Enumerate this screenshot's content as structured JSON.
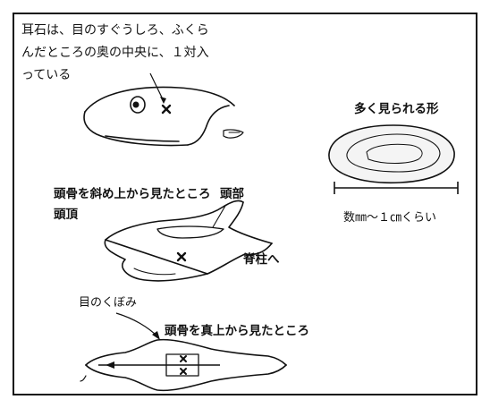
{
  "title_note": {
    "line1": "耳石は、目のすぐうしろ、ふくら",
    "line2": "んだところの奥の中央に、１対入",
    "line3": "っている"
  },
  "labels": {
    "common_shape": "多く見られる形",
    "size": "数㎜〜１㎝くらい",
    "diagonal_view": "頭骨を斜め上から見たところ",
    "head": "頭部",
    "crown": "頭頂",
    "to_spine": "脊柱へ",
    "eye_socket": "目のくぼみ",
    "top_view": "頭骨を真上から見たところ"
  }
}
